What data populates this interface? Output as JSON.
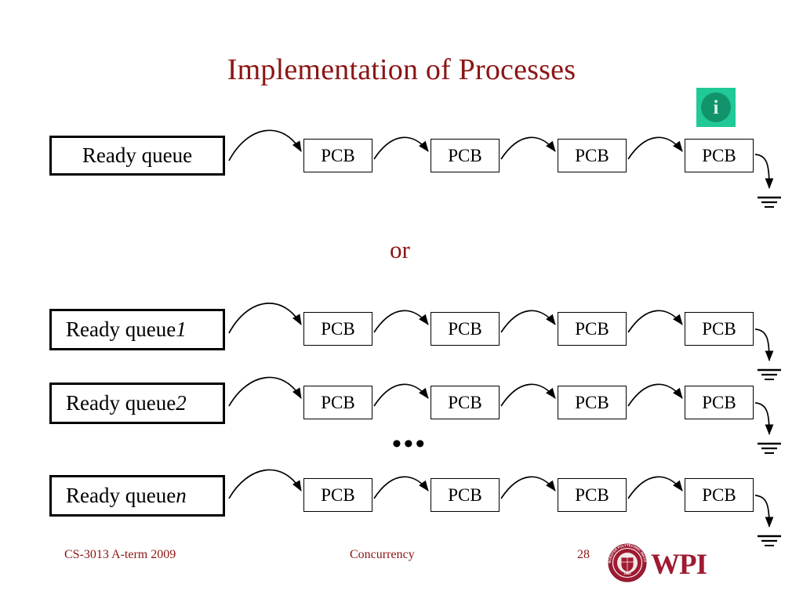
{
  "slide": {
    "title": "Implementation of Processes",
    "connector_word": "or",
    "ellipsis": "•••",
    "accent_color": "#8c1515",
    "background_color": "#ffffff",
    "box_border_color": "#000000"
  },
  "info_icon": {
    "name": "information-icon",
    "glyph": "i",
    "square_color": "#20c997",
    "circle_color": "#11936b",
    "glyph_color": "#d9f7ec"
  },
  "single_queue": {
    "label_base": "Ready queue",
    "label_suffix": "",
    "nodes": [
      {
        "label": "PCB"
      },
      {
        "label": "PCB"
      },
      {
        "label": "PCB"
      },
      {
        "label": "PCB"
      }
    ]
  },
  "multi_queues": [
    {
      "label_base": "Ready queue",
      "label_suffix": "1",
      "nodes": [
        {
          "label": "PCB"
        },
        {
          "label": "PCB"
        },
        {
          "label": "PCB"
        },
        {
          "label": "PCB"
        }
      ]
    },
    {
      "label_base": "Ready queue",
      "label_suffix": "2",
      "nodes": [
        {
          "label": "PCB"
        },
        {
          "label": "PCB"
        },
        {
          "label": "PCB"
        },
        {
          "label": "PCB"
        }
      ]
    },
    {
      "label_base": "Ready queue",
      "label_suffix": "n",
      "nodes": [
        {
          "label": "PCB"
        },
        {
          "label": "PCB"
        },
        {
          "label": "PCB"
        },
        {
          "label": "PCB"
        }
      ]
    }
  ],
  "footer": {
    "course": "CS-3013 A-term 2009",
    "topic": "Concurrency",
    "page_number": "28",
    "logo": {
      "wordmark": "WPI",
      "seal_top_text": "WORCESTER POLYTECHNIC INSTITUTE",
      "seal_year": "1865",
      "color": "#9e1b32"
    }
  }
}
